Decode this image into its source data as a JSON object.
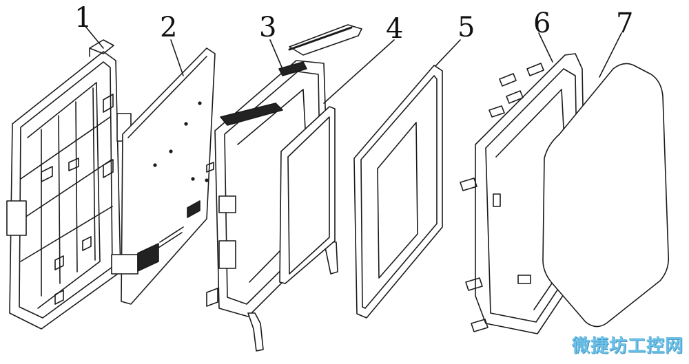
{
  "labels": [
    "1",
    "2",
    "3",
    "4",
    "5",
    "6",
    "7"
  ],
  "watermark": "微捷坊工控网",
  "colors": {
    "line": "#1a1a1a",
    "background": "#ffffff",
    "watermark": "#6dc0e6"
  }
}
